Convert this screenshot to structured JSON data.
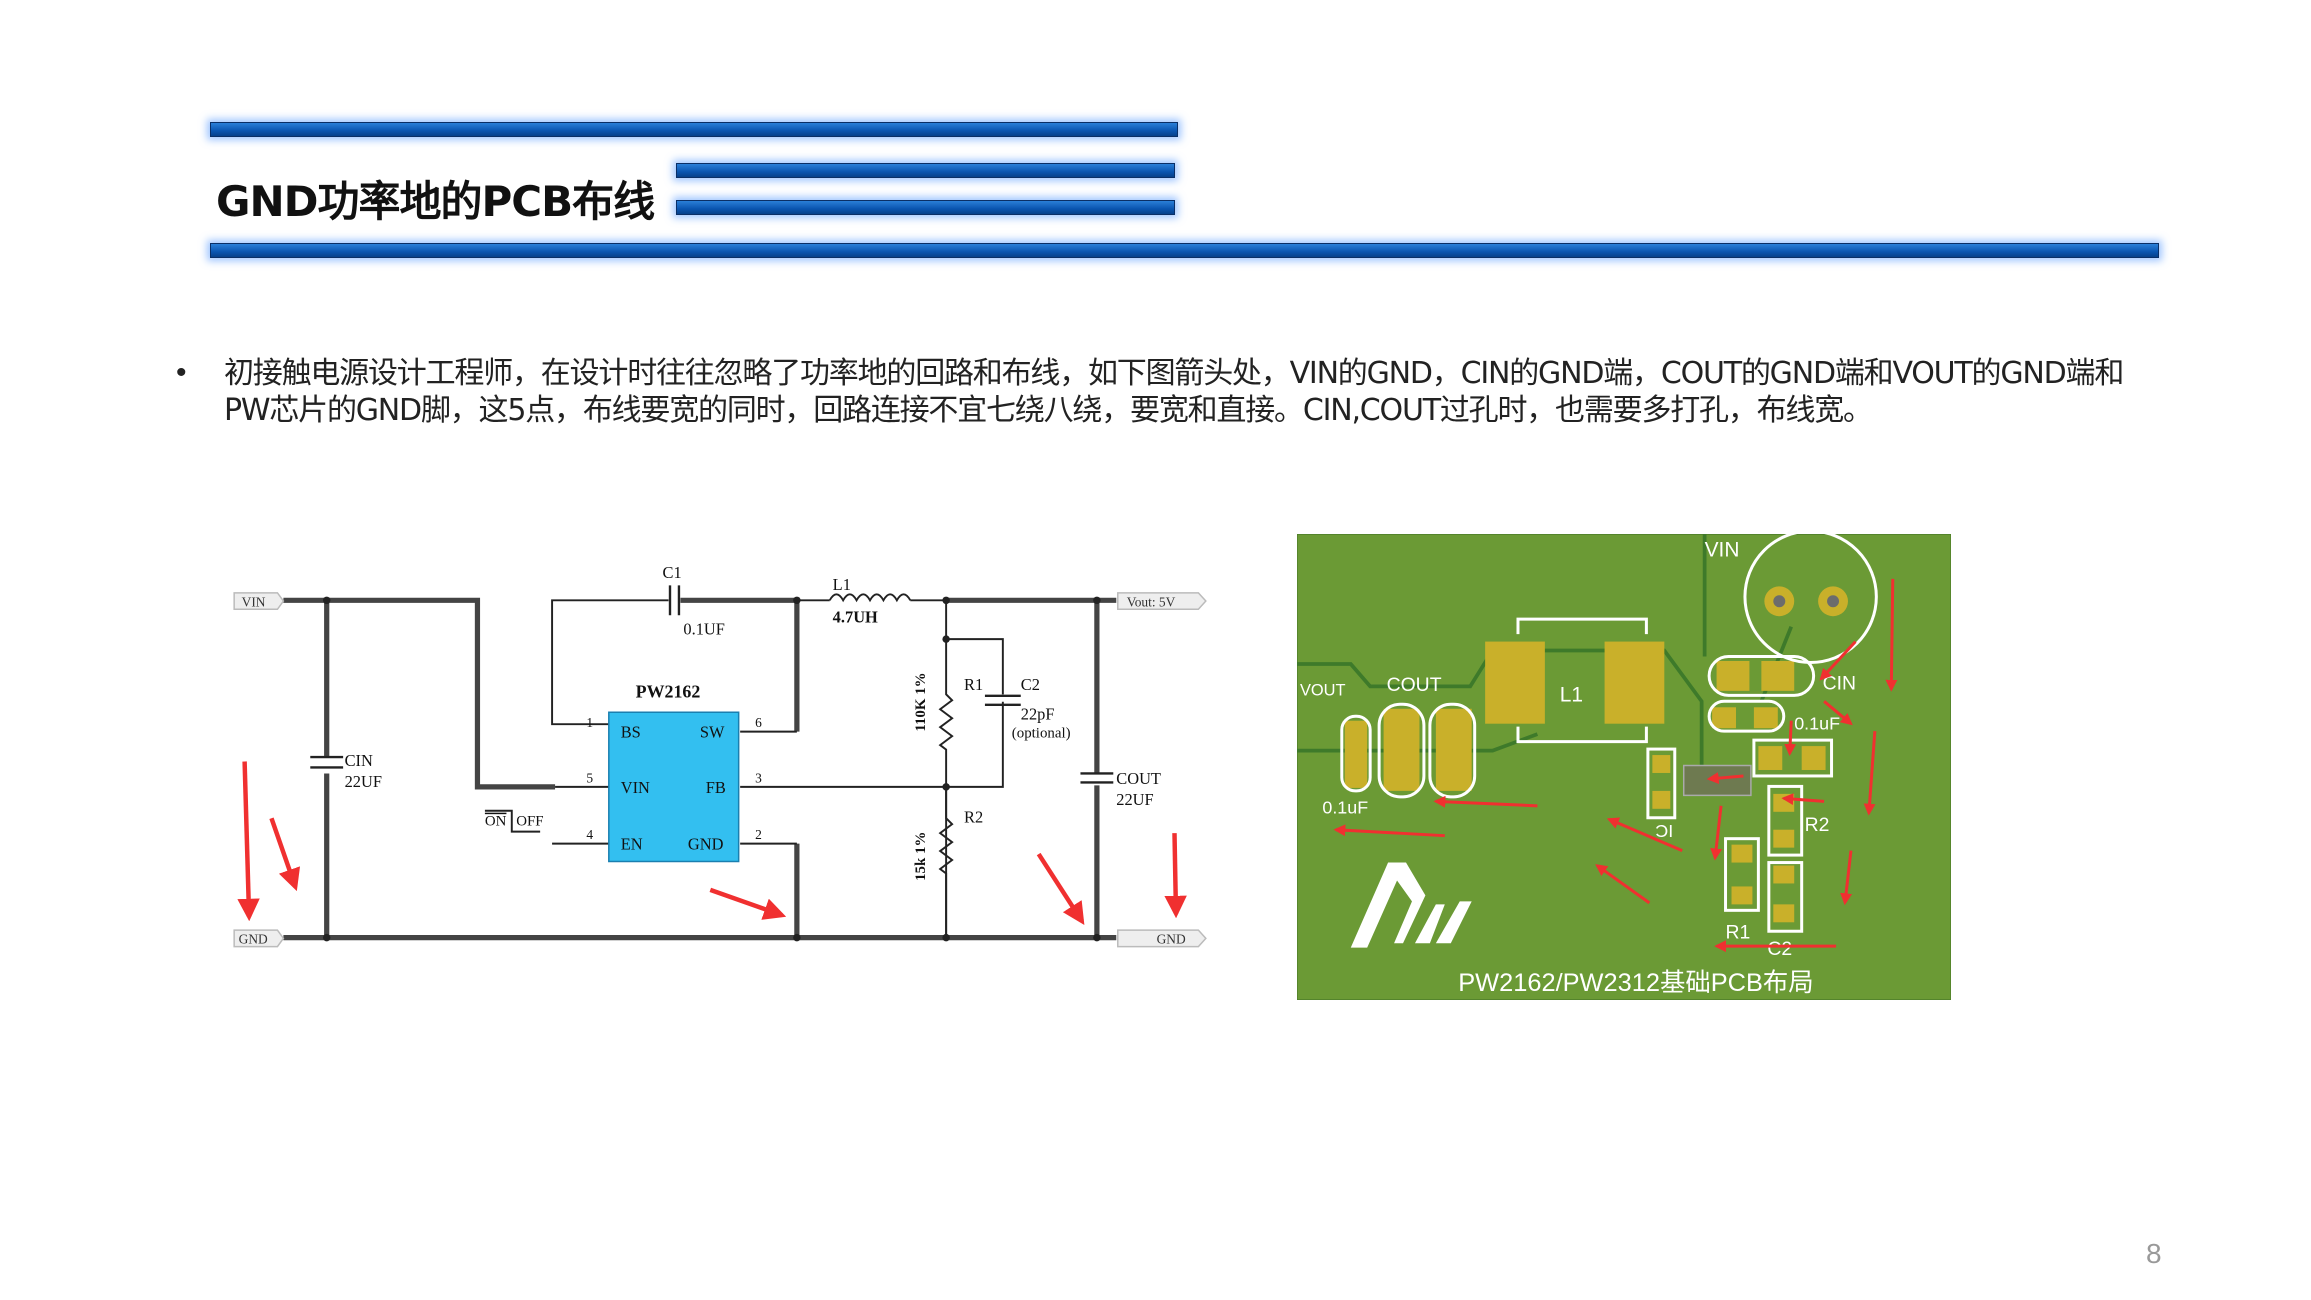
{
  "title": "GND功率地的PCB布线",
  "paragraph": "初接触电源设计工程师，在设计时往往忽略了功率地的回路和布线，如下图箭头处，VIN的GND，CIN的GND端，COUT的GND端和VOUT的GND端和PW芯片的GND脚，这5点，布线要宽的同时，回路连接不宜七绕八绕，要宽和直接。CIN,COUT过孔时，也需要多打孔，布线宽。",
  "bullet": "•",
  "page_number": "8",
  "colors": {
    "bar": "#0a55b0",
    "ic_fill": "#33bff0",
    "pcb_board": "#6b9a35",
    "arrow": "#f03030"
  },
  "schematic": {
    "vin_tag": "VIN",
    "gnd_left_tag": "GND",
    "vout_tag": "Vout: 5V",
    "gnd_right_tag": "GND",
    "c1_label": "C1",
    "c1_value": "0.1UF",
    "l1_label": "L1",
    "l1_value": "4.7UH",
    "ic_name": "PW2162",
    "pins": {
      "bs": "BS",
      "sw": "SW",
      "vin": "VIN",
      "fb": "FB",
      "en": "EN",
      "gnd": "GND",
      "n1": "1",
      "n6": "6",
      "n5": "5",
      "n3": "3",
      "n4": "4",
      "n2": "2"
    },
    "on_label": "ON",
    "off_label": "OFF",
    "cin_label": "CIN",
    "cin_value": "22UF",
    "cout_label": "COUT",
    "cout_value": "22UF",
    "r1_label": "R1",
    "r1_value": "110K 1%",
    "r2_label": "R2",
    "r2_value": "15k 1%",
    "c2_label": "C2",
    "c2_value": "22pF",
    "c2_note": "(optional)"
  },
  "pcb": {
    "vin": "VIN",
    "vout": "VOUT",
    "cout": "COUT",
    "l1": "L1",
    "cin": "CIN",
    "cap_left": "0.1uF",
    "cap_right": "0.1uF",
    "ic": "IC",
    "r1": "R1",
    "r2": "R2",
    "c2": "C2",
    "caption": "PW2162/PW2312基础PCB布局",
    "logo": "PW"
  }
}
